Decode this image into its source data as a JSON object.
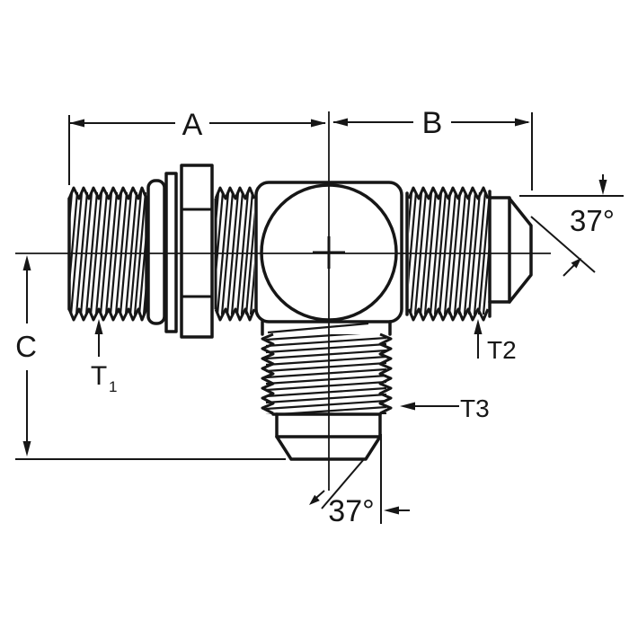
{
  "diagram": {
    "kind": "hydraulic tee fitting dimension drawing",
    "colors": {
      "ink": "#161616",
      "paper": "#ffffff"
    }
  },
  "labels": {
    "dim_a": "A",
    "dim_b": "B",
    "dim_c": "C",
    "t1_base": "T",
    "t1_sub": "1",
    "t2": "T2",
    "t3": "T3",
    "angle_right": "37°",
    "angle_bottom": "37°"
  }
}
